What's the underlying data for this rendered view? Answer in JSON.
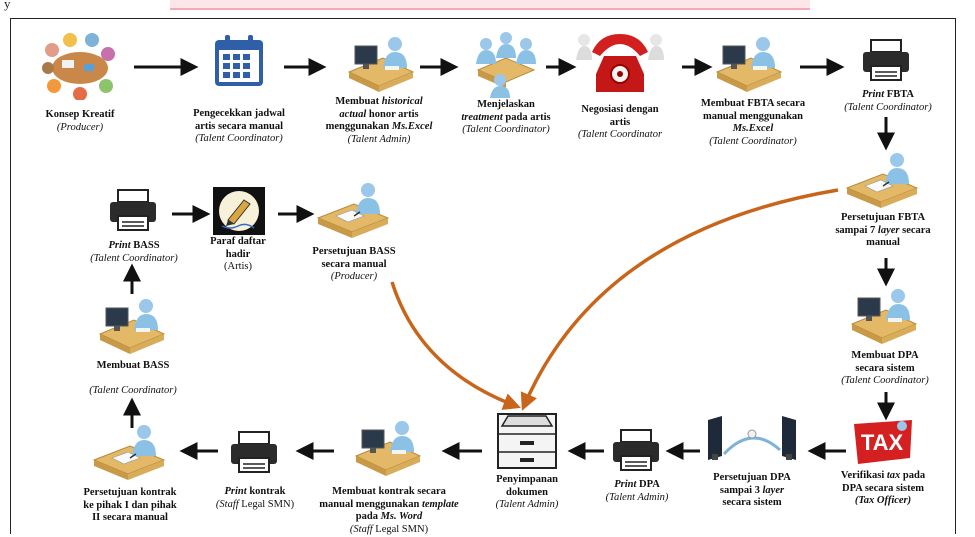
{
  "top_fragment": "y",
  "colors": {
    "accent_orange": "#c8651b",
    "arrow": "#111111",
    "desk": "#e0b868",
    "person": "#8cc1e6",
    "calendar": "#2f5fa8",
    "phone": "#d22020"
  },
  "nodes": {
    "konsep": {
      "icon": "creative-team-icon",
      "title": "Konsep Kreatif",
      "role": "(Producer)"
    },
    "jadwal": {
      "icon": "calendar-icon",
      "title_l1": "Pengecekkan jadwal",
      "title_l2": "artis secara manual",
      "role": "(Talent Coordinator)"
    },
    "historical": {
      "icon": "person-computer-icon",
      "title_l1_a": "Membuat ",
      "title_l1_b": "historical",
      "title_l2_a": "actual",
      "title_l2_b": " honor artis",
      "title_l3_a": "menggunakan ",
      "title_l3_b": "Ms.Excel",
      "role": "(Talent Admin)"
    },
    "menjelaskan": {
      "icon": "meeting-icon",
      "title_l1": "Menjelaskan",
      "title_l2_a": "treatment",
      "title_l2_b": " pada artis",
      "role": "(Talent Coordinator)"
    },
    "negosiasi": {
      "icon": "telephone-icon",
      "title_l1": "Negosiasi dengan",
      "title_l2": "artis",
      "role": "(Talent Coordinator"
    },
    "fbta_buat": {
      "icon": "person-computer-icon",
      "title_l1": "Membuat FBTA secara",
      "title_l2": "manual menggunakan",
      "title_l3": "Ms.Excel",
      "role": "(Talent Coordinator)"
    },
    "fbta_print": {
      "icon": "printer-icon",
      "title_a": "Print",
      "title_b": " FBTA",
      "role": "(Talent Coordinator)"
    },
    "fbta_setuju": {
      "icon": "person-signing-icon",
      "title_l1": "Persetujuan FBTA",
      "title_l2_a": "sampai 7 ",
      "title_l2_b": "layer",
      "title_l2_c": " secara",
      "title_l3": "manual"
    },
    "dpa_buat": {
      "icon": "person-computer-icon",
      "title_l1": "Membuat DPA",
      "title_l2": "secara sistem",
      "role": "(Talent Coordinator)"
    },
    "tax": {
      "icon": "tax-icon",
      "title_l1_a": "Verifikasi ",
      "title_l1_b": "tax",
      "title_l1_c": " pada",
      "title_l2": "DPA secara sistem",
      "role": "(Tax Officer)"
    },
    "dpa_setuju": {
      "icon": "approval-computers-icon",
      "title_l1": "Persetujuan DPA",
      "title_l2_a": "sampai 3 ",
      "title_l2_b": "layer",
      "title_l3": "secara sistem"
    },
    "dpa_print": {
      "icon": "printer-icon",
      "title_a": "Print",
      "title_b": " DPA",
      "role": "(Talent Admin)"
    },
    "simpan": {
      "icon": "filing-cabinet-icon",
      "title_l1": "Penyimpanan",
      "title_l2": "dokumen",
      "role": "(Talent Admin)"
    },
    "kontrak_buat": {
      "icon": "person-computer-icon",
      "title_l1": "Membuat kontrak secara",
      "title_l2_a": "manual menggunakan ",
      "title_l2_b": "template",
      "title_l3_a": "pada ",
      "title_l3_b": "Ms. Word",
      "role_a": "(Staff",
      "role_b": " Legal SMN)"
    },
    "kontrak_print": {
      "icon": "printer-icon",
      "title_a": "Print",
      "title_b": " kontrak",
      "role_a": "(Staff",
      "role_b": " Legal SMN)"
    },
    "kontrak_setuju": {
      "icon": "person-signing-icon",
      "title_l1": "Persetujuan kontrak",
      "title_l2": "ke pihak I dan pihak",
      "title_l3": "II secara manual"
    },
    "bass_buat": {
      "icon": "person-computer-icon",
      "title": "Membuat BASS",
      "role": "(Talent Coordinator)"
    },
    "bass_print": {
      "icon": "printer-icon",
      "title_a": "Print",
      "title_b": " BASS",
      "role": "(Talent Coordinator)"
    },
    "paraf": {
      "icon": "pen-signature-icon",
      "title_l1": "Paraf daftar",
      "title_l2": "hadir",
      "role": "(Artis)"
    },
    "bass_setuju": {
      "icon": "person-signing-icon",
      "title_l1": "Persetujuan BASS",
      "title_l2": "secara manual",
      "role": "(Producer)"
    }
  }
}
